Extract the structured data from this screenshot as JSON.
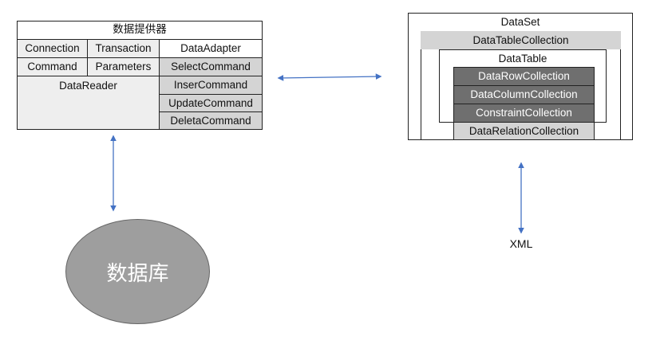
{
  "provider": {
    "title": "数据提供器",
    "connection": "Connection",
    "transaction": "Transaction",
    "data_adapter": "DataAdapter",
    "command": "Command",
    "parameters": "Parameters",
    "data_reader": "DataReader",
    "adapter_commands": [
      "SelectCommand",
      "InserCommand",
      "UpdateCommand",
      "DeletaCommand"
    ]
  },
  "dataset": {
    "title": "DataSet",
    "table_collection": "DataTableCollection",
    "data_table": "DataTable",
    "row_collection": "DataRowCollection",
    "column_collection": "DataColumnCollection",
    "constraint_collection": "ConstraintCollection",
    "relation_collection": "DataRelationCollection"
  },
  "database": {
    "label": "数据库"
  },
  "xml": {
    "label": "XML"
  },
  "colors": {
    "arrow": "#4472c4",
    "database_fill": "#9e9e9e",
    "dark_cell": "#6f6f6f",
    "mid_cell": "#d4d4d4",
    "light_cell": "#eeeeee"
  }
}
